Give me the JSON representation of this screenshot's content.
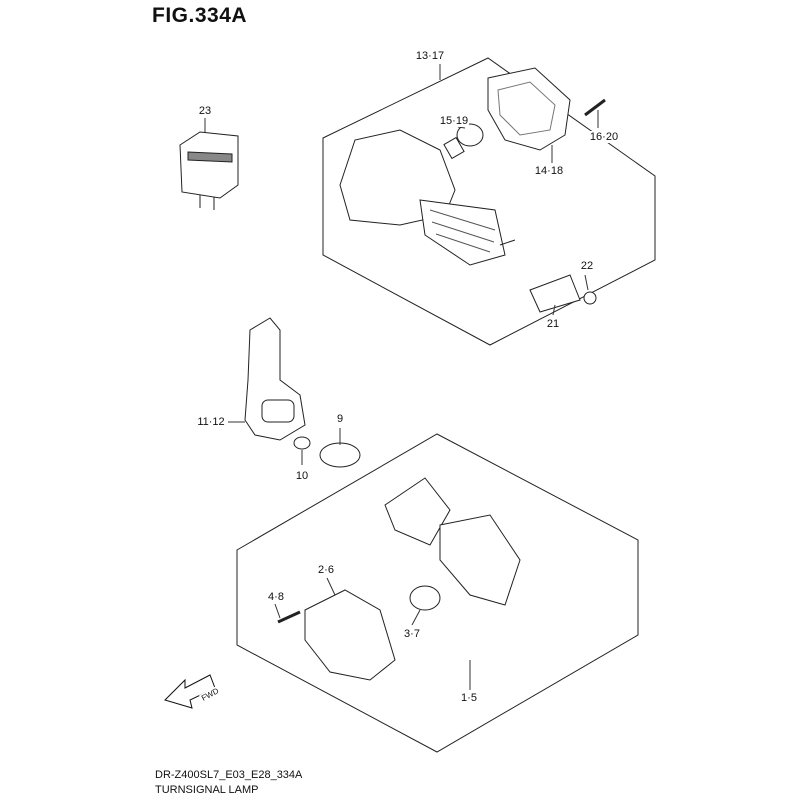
{
  "figure_title": "FIG.334A",
  "parts": [
    {
      "ref": "13·17"
    },
    {
      "ref": "23"
    },
    {
      "ref": "15·19"
    },
    {
      "ref": "16·20"
    },
    {
      "ref": "14·18"
    },
    {
      "ref": "22"
    },
    {
      "ref": "21"
    },
    {
      "ref": "11·12"
    },
    {
      "ref": "9"
    },
    {
      "ref": "10"
    },
    {
      "ref": "2·6"
    },
    {
      "ref": "4·8"
    },
    {
      "ref": "3·7"
    },
    {
      "ref": "1·5"
    }
  ],
  "direction_label": "FWD",
  "footer": {
    "model_code": "DR-Z400SL7_E03_E28_334A",
    "caption": "TURNSIGNAL LAMP"
  }
}
